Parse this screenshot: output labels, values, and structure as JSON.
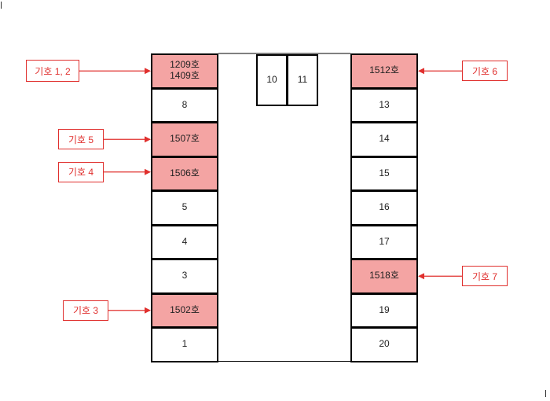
{
  "colors": {
    "highlight_fill": "#f4a4a3",
    "annotation_red": "#e0302e",
    "cell_border": "#000000"
  },
  "left_column": [
    {
      "lines": [
        "1209호",
        "1409호"
      ],
      "highlighted": true
    },
    {
      "lines": [
        "8"
      ],
      "highlighted": false
    },
    {
      "lines": [
        "1507호"
      ],
      "highlighted": true
    },
    {
      "lines": [
        "1506호"
      ],
      "highlighted": true
    },
    {
      "lines": [
        "5"
      ],
      "highlighted": false
    },
    {
      "lines": [
        "4"
      ],
      "highlighted": false
    },
    {
      "lines": [
        "3"
      ],
      "highlighted": false
    },
    {
      "lines": [
        "1502호"
      ],
      "highlighted": true
    },
    {
      "lines": [
        "1"
      ],
      "highlighted": false
    }
  ],
  "right_column": [
    {
      "lines": [
        "1512호"
      ],
      "highlighted": true
    },
    {
      "lines": [
        "13"
      ],
      "highlighted": false
    },
    {
      "lines": [
        "14"
      ],
      "highlighted": false
    },
    {
      "lines": [
        "15"
      ],
      "highlighted": false
    },
    {
      "lines": [
        "16"
      ],
      "highlighted": false
    },
    {
      "lines": [
        "17"
      ],
      "highlighted": false
    },
    {
      "lines": [
        "1518호"
      ],
      "highlighted": true
    },
    {
      "lines": [
        "19"
      ],
      "highlighted": false
    },
    {
      "lines": [
        "20"
      ],
      "highlighted": false
    }
  ],
  "top_cells": [
    {
      "lines": [
        "10"
      ]
    },
    {
      "lines": [
        "11"
      ]
    }
  ],
  "annotations": [
    {
      "text": "기호 1, 2",
      "side": "left",
      "target_index": 0
    },
    {
      "text": "기호 5",
      "side": "left",
      "target_index": 2
    },
    {
      "text": "기호 4",
      "side": "left",
      "target_index": 3
    },
    {
      "text": "기호 3",
      "side": "left",
      "target_index": 7
    },
    {
      "text": "기호 6",
      "side": "right",
      "target_index": 0
    },
    {
      "text": "기호 7",
      "side": "right",
      "target_index": 6
    }
  ]
}
